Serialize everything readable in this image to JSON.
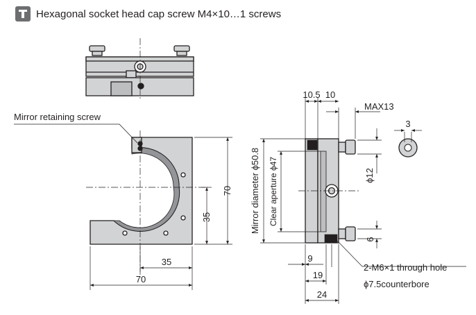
{
  "caption": {
    "icon": "cap-screw-icon",
    "text": "Hexagonal socket head cap screw M4×10…1 screws"
  },
  "labels": {
    "retaining_screw": "Mirror retaining screw",
    "mirror_diameter": "Mirror diameter ϕ50.8",
    "clear_aperture": "Clear aperture ϕ47",
    "through_hole": "2-M6×1 through hole",
    "counterbore": "ϕ7.5counterbore"
  },
  "dims": {
    "front_h70": "70",
    "front_h35": "35",
    "front_w35": "35",
    "front_w70": "70",
    "side_10_5": "10.5",
    "side_10": "10",
    "side_max13": "MAX13",
    "side_3": "3",
    "side_d12": "ϕ12",
    "side_6": "6",
    "side_9": "9",
    "side_19": "19",
    "side_24": "24"
  },
  "colors": {
    "part_fill": "#d1d3d4",
    "part_dark": "#231f20",
    "line": "#231f20",
    "dim_line": "#231f20"
  }
}
